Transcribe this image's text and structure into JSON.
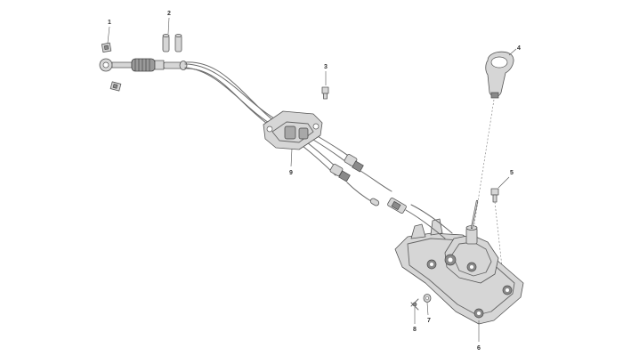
{
  "diagram": {
    "callouts": [
      {
        "number": "1"
      },
      {
        "number": "2"
      },
      {
        "number": "3"
      },
      {
        "number": "4"
      },
      {
        "number": "5"
      },
      {
        "number": "6"
      },
      {
        "number": "7"
      },
      {
        "number": "8"
      },
      {
        "number": "9"
      }
    ]
  }
}
